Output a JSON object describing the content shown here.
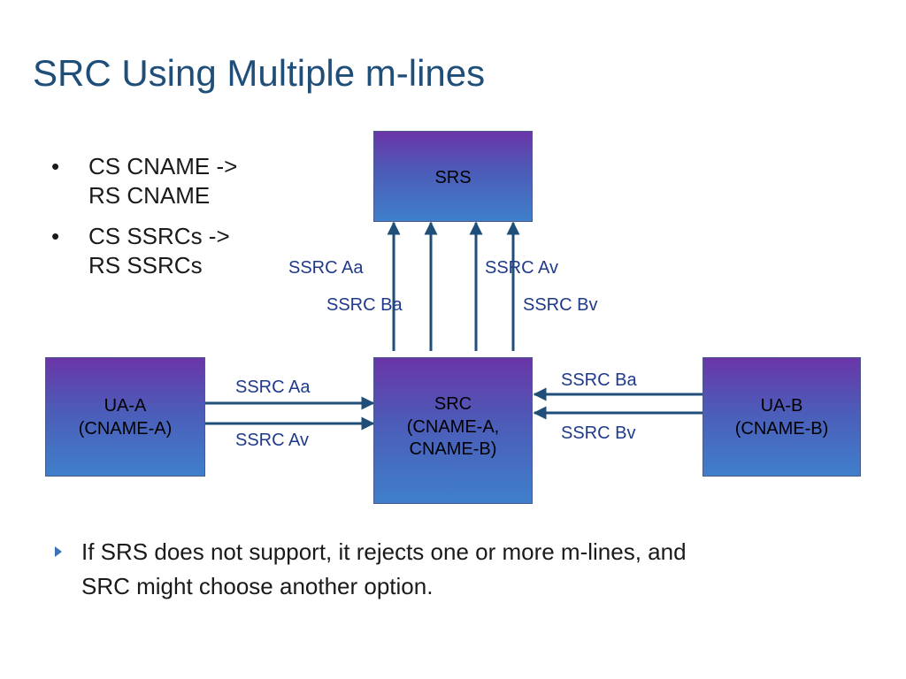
{
  "title": "SRC Using Multiple m-lines",
  "bullets": [
    {
      "marker": "•",
      "lines": [
        "CS CNAME ->",
        "RS CNAME"
      ]
    },
    {
      "marker": "•",
      "lines": [
        "CS SSRCs ->",
        "RS SSRCs"
      ]
    }
  ],
  "boxes": {
    "srs": {
      "lines": [
        "SRS"
      ]
    },
    "src": {
      "lines": [
        "SRC",
        "(CNAME-A,",
        "CNAME-B)"
      ]
    },
    "ua_a": {
      "lines": [
        "UA-A",
        "(CNAME-A)"
      ]
    },
    "ua_b": {
      "lines": [
        "UA-B",
        "(CNAME-B)"
      ]
    }
  },
  "labels": {
    "src_srs_aa": "SSRC Aa",
    "src_srs_av": "SSRC Av",
    "src_srs_ba": "SSRC Ba",
    "src_srs_bv": "SSRC Bv",
    "uaa_aa": "SSRC Aa",
    "uaa_av": "SSRC Av",
    "uab_ba": "SSRC Ba",
    "uab_bv": "SSRC Bv"
  },
  "note": {
    "lines": [
      "If SRS does not support, it rejects one or more m-lines, and",
      "SRC might choose another option."
    ]
  },
  "colors": {
    "title": "#1f4e79",
    "arrow": "#1f4e79",
    "label": "#1f3a8a",
    "box_top": "#6a35a8",
    "box_bottom": "#3f7fcb"
  }
}
